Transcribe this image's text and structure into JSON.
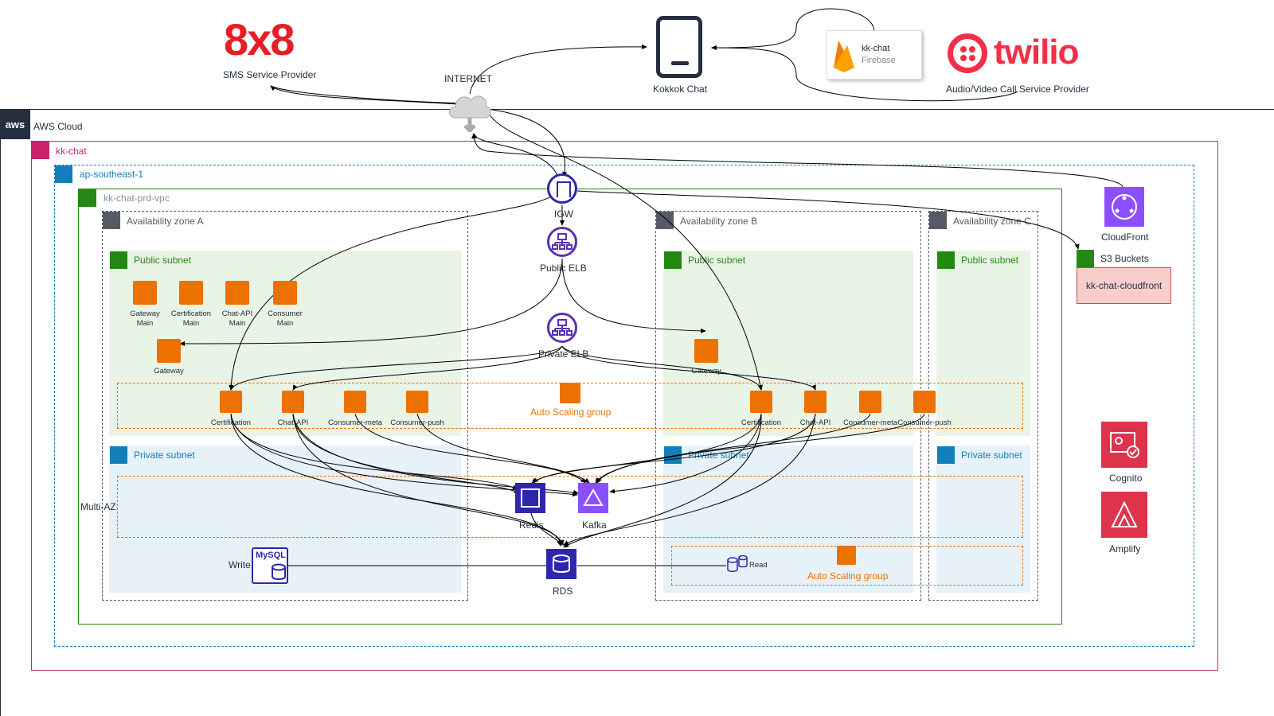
{
  "top": {
    "eight_by_eight": {
      "logo": "8x8",
      "caption": "SMS Service Provider",
      "color": "#e61f26"
    },
    "internet": {
      "label": "INTERNET"
    },
    "kokkok": {
      "label": "Kokkok Chat"
    },
    "firebase": {
      "title": "kk-chat",
      "subtitle": "Firebase"
    },
    "twilio": {
      "logo": "twilio",
      "caption": "Audio/Video Call Service Provider",
      "color": "#f22f46"
    }
  },
  "aws": {
    "badge": "aws",
    "label": "AWS Cloud"
  },
  "account": {
    "label": "kk-chat",
    "color": "#c7226b"
  },
  "region": {
    "label": "ap-southeast-1",
    "color": "#147eba"
  },
  "vpc": {
    "label": "kk-chat-prd-vpc",
    "color": "#248814"
  },
  "zones": [
    {
      "label": "Availability zone A"
    },
    {
      "label": "Availability zone B"
    },
    {
      "label": "Availability zone C"
    }
  ],
  "public_subnet_label": "Public subnet",
  "private_subnet_label": "Private subnet",
  "zone_a_instances": [
    {
      "line1": "Gateway",
      "line2": "Main"
    },
    {
      "line1": "Certification",
      "line2": "Main"
    },
    {
      "line1": "Chat-API",
      "line2": "Main"
    },
    {
      "line1": "Consumer",
      "line2": "Main"
    }
  ],
  "gateway_label": "Gateway",
  "asg_services": [
    "Certification",
    "Chat-API",
    "Consumer-meta",
    "Consumer-push"
  ],
  "auto_scaling_group": "Auto Scaling group",
  "igw": "IGW",
  "public_elb": "Public ELB",
  "private_elb": "Private ELB",
  "multi_az": "Multi-AZ",
  "redis": "Redis",
  "kafka": "Kafka",
  "rds": "RDS",
  "write": "Write",
  "mysql": "MySQL",
  "read": "Read",
  "cloudfront": "CloudFront",
  "s3": {
    "label": "S3 Buckets",
    "bucket": "kk-chat-cloudfront"
  },
  "cognito": "Cognito",
  "amplify": "Amplify",
  "colors": {
    "orange": "#ed7100",
    "purple_network": "#8c4fff",
    "blue_db": "#2e27ad",
    "red_security": "#dd344c",
    "public_fill": "#e9f3e6",
    "private_fill": "#e6f2f8"
  }
}
